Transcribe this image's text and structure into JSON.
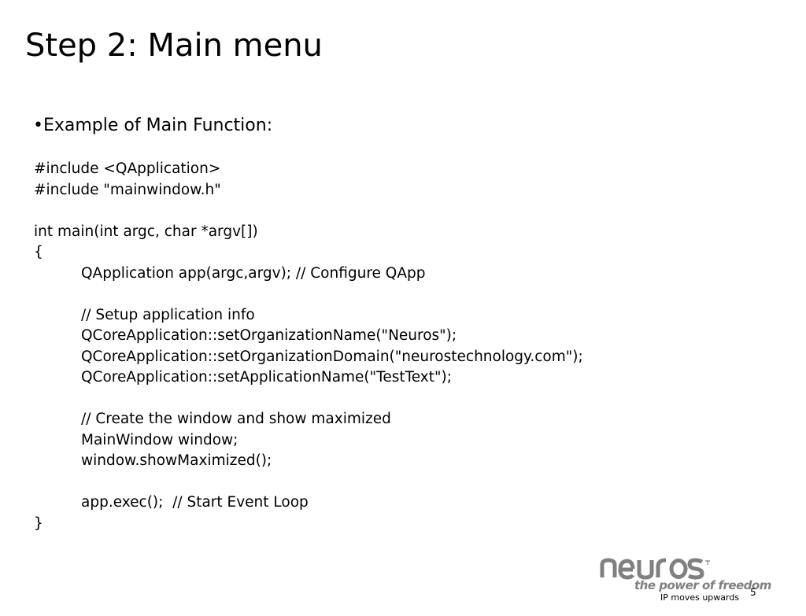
{
  "slide": {
    "title": "Step 2: Main menu",
    "bullet": "•Example of Main Function:",
    "code_lines": [
      {
        "text": "#include <QApplication>",
        "indent": false
      },
      {
        "text": "#include \"mainwindow.h\"",
        "indent": false
      },
      {
        "text": "",
        "indent": false
      },
      {
        "text": "int main(int argc, char *argv[])",
        "indent": false
      },
      {
        "text": "{",
        "indent": false
      },
      {
        "text": "QApplication app(argc,argv); // Configure QApp",
        "indent": true
      },
      {
        "text": "",
        "indent": true
      },
      {
        "text": "// Setup application info",
        "indent": true
      },
      {
        "text": "QCoreApplication::setOrganizationName(\"Neuros\");",
        "indent": true
      },
      {
        "text": "QCoreApplication::setOrganizationDomain(\"neurostechnology.com\");",
        "indent": true
      },
      {
        "text": "QCoreApplication::setApplicationName(\"TestText\");",
        "indent": true
      },
      {
        "text": "",
        "indent": true
      },
      {
        "text": "// Create the window and show maximized",
        "indent": true
      },
      {
        "text": "MainWindow window;",
        "indent": true
      },
      {
        "text": "window.showMaximized();",
        "indent": true
      },
      {
        "text": "",
        "indent": true
      },
      {
        "text": "app.exec();  // Start Event Loop",
        "indent": true
      },
      {
        "text": "}",
        "indent": false
      }
    ]
  },
  "footer": {
    "logo_name": "neuros-logo",
    "tagline": "the power of freedom",
    "slogan": "IP moves upwards",
    "page_number": "5"
  },
  "colors": {
    "logo_gray": "#808080",
    "text": "#000000",
    "background": "#ffffff"
  }
}
